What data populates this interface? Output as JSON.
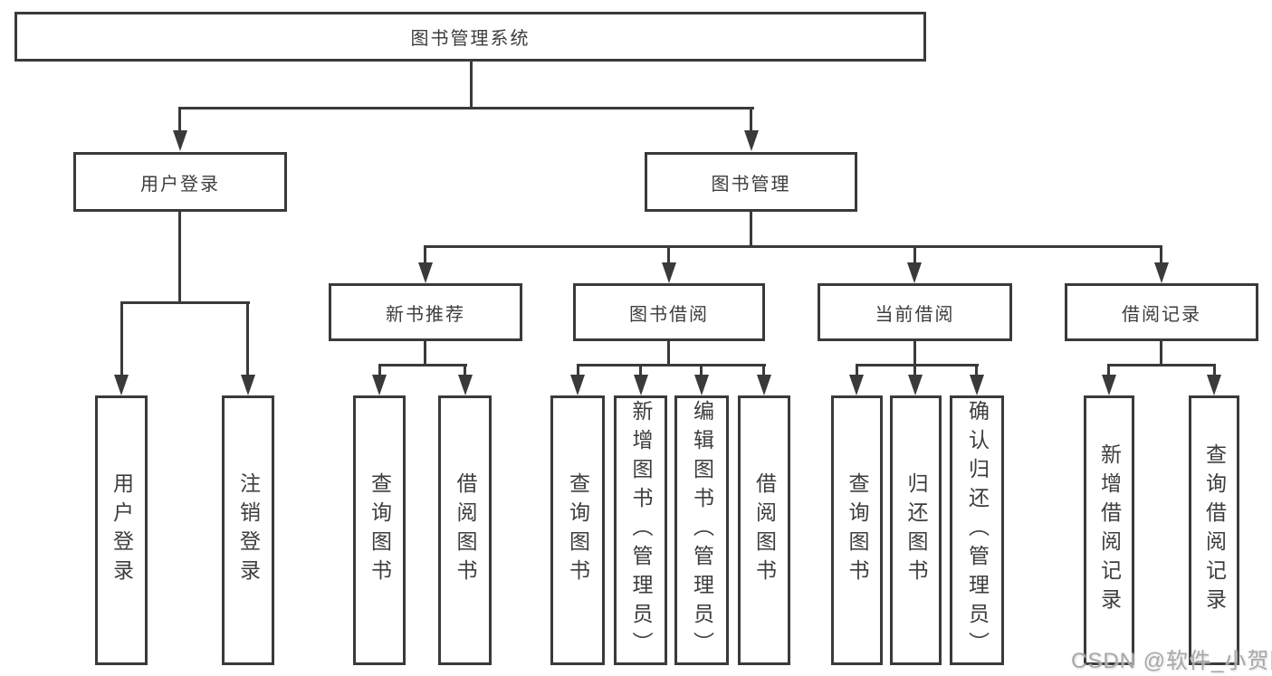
{
  "colors": {
    "background": "#ffffff",
    "line": "#3a3a3a",
    "text": "#3d3d3d",
    "watermark": "#a8a8a8"
  },
  "tree": {
    "root": {
      "label": "图书管理系统",
      "children": [
        {
          "label": "用户登录",
          "children": [
            {
              "label": "用户登录"
            },
            {
              "label": "注销登录"
            }
          ]
        },
        {
          "label": "图书管理",
          "children": [
            {
              "label": "新书推荐",
              "children": [
                {
                  "label": "查询图书"
                },
                {
                  "label": "借阅图书"
                }
              ]
            },
            {
              "label": "图书借阅",
              "children": [
                {
                  "label": "查询图书"
                },
                {
                  "label": "新增图书（管理员）"
                },
                {
                  "label": "编辑图书（管理员）"
                },
                {
                  "label": "借阅图书"
                }
              ]
            },
            {
              "label": "当前借阅",
              "children": [
                {
                  "label": "查询图书"
                },
                {
                  "label": "归还图书"
                },
                {
                  "label": "确认归还（管理员）"
                }
              ]
            },
            {
              "label": "借阅记录",
              "children": [
                {
                  "label": "新增借阅记录"
                },
                {
                  "label": "查询借阅记录"
                }
              ]
            }
          ]
        }
      ]
    }
  },
  "watermark": "CSDN @软件_小贺同学"
}
